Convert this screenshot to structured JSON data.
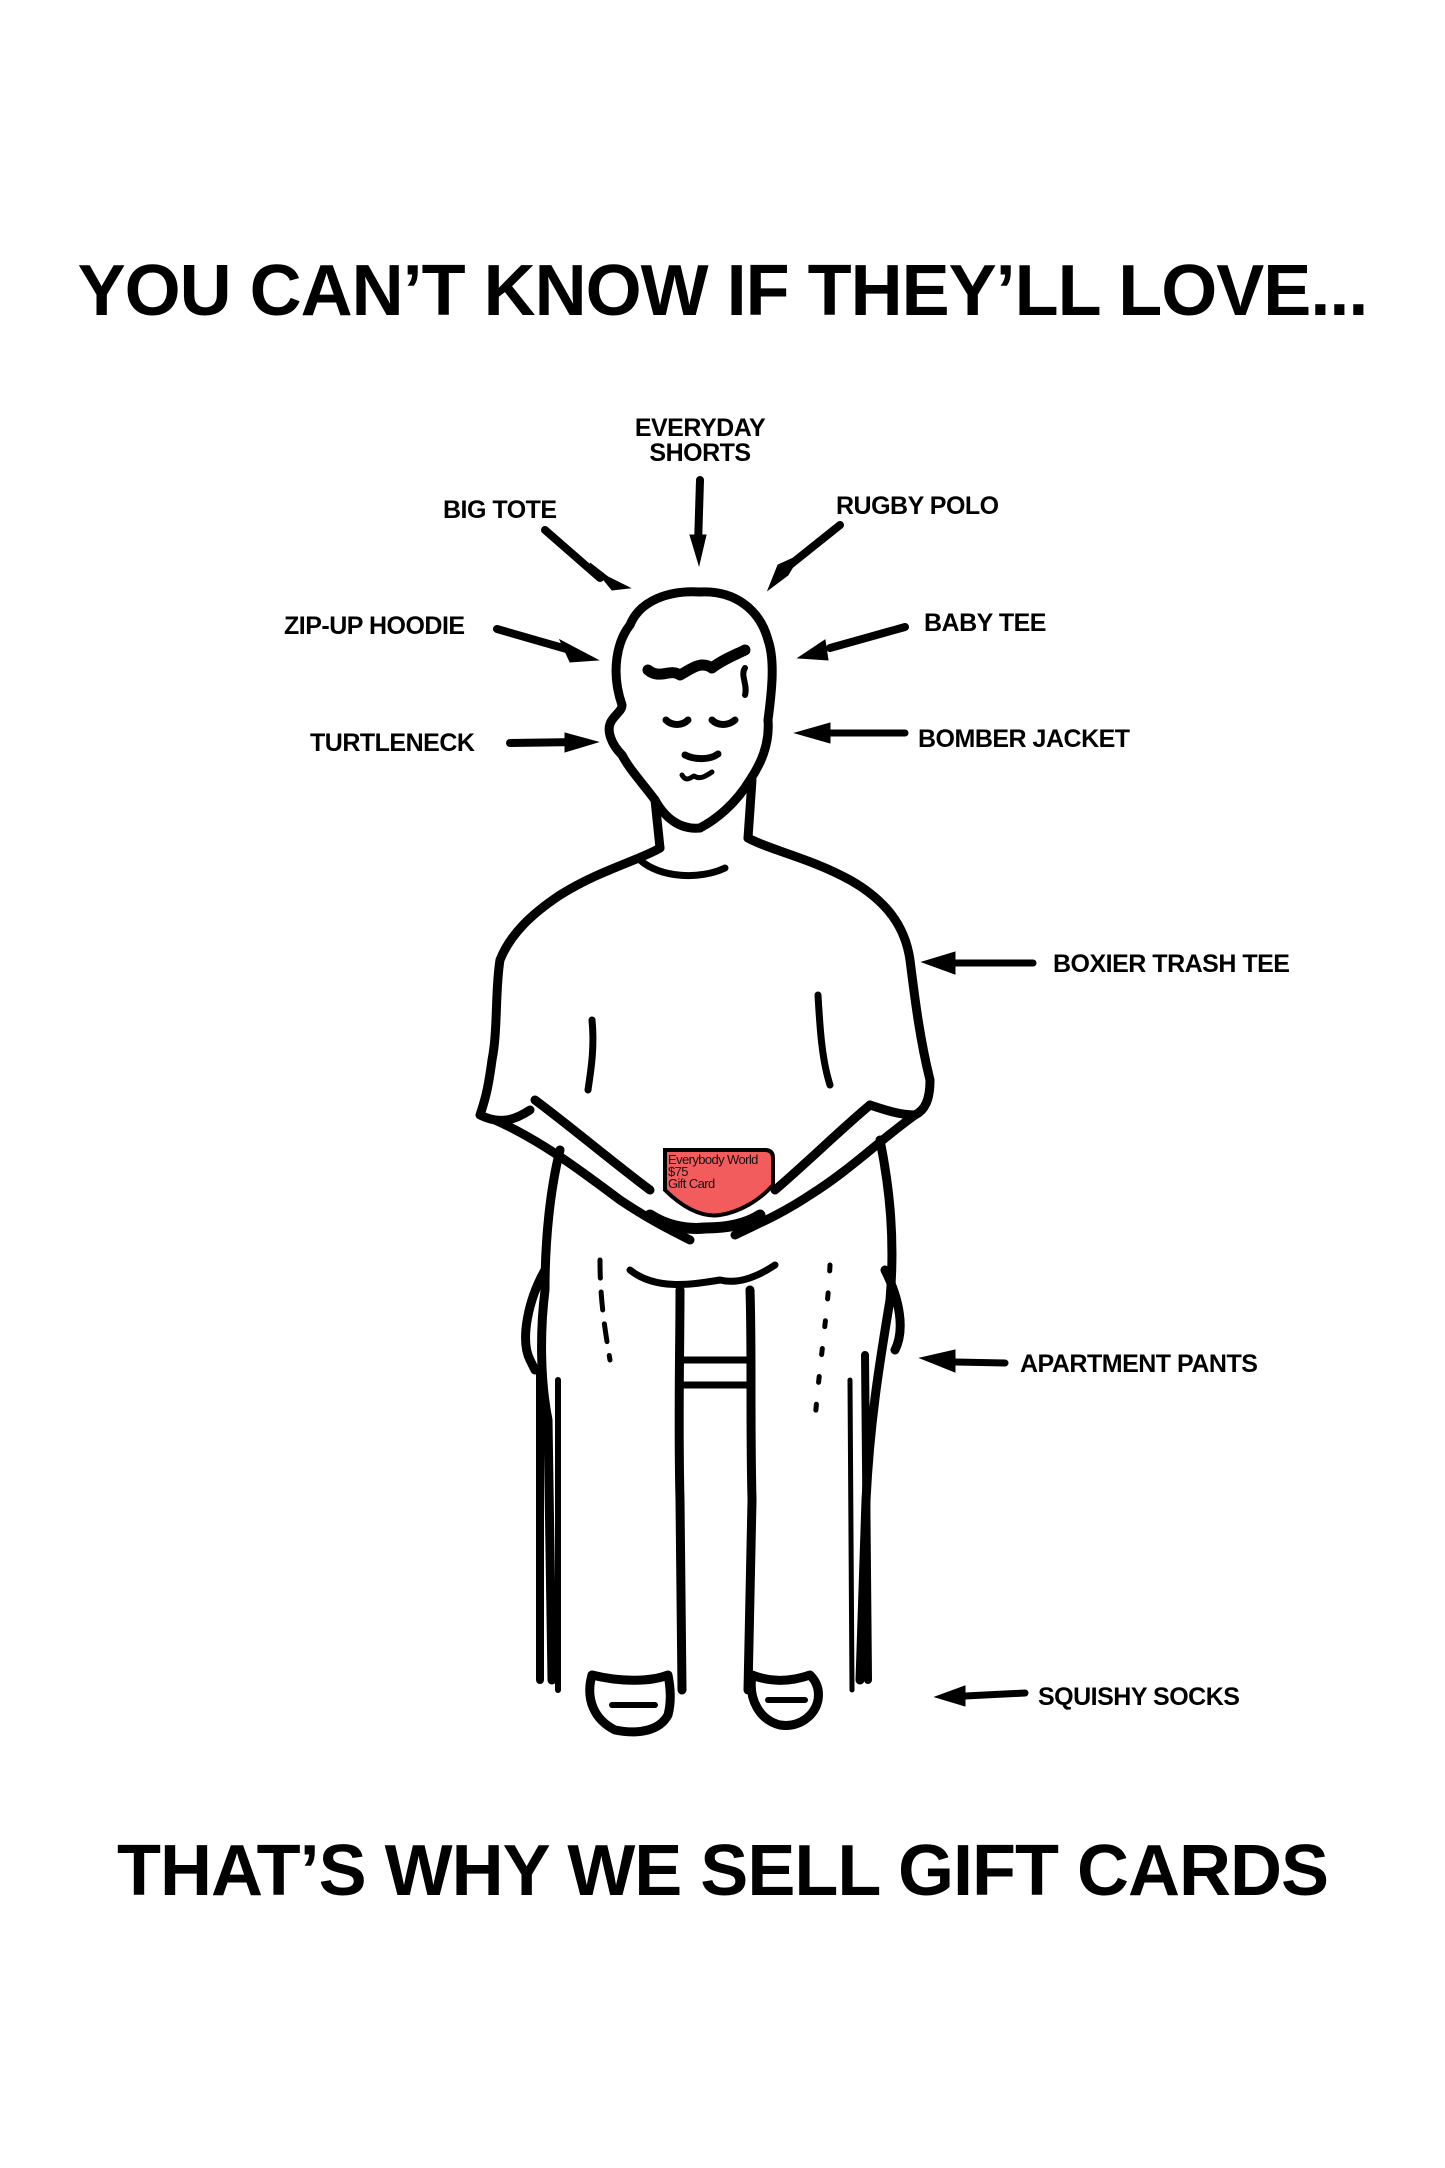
{
  "ad": {
    "headline_top": "YOU CAN’T KNOW IF THEY’LL LOVE...",
    "headline_bottom": "THAT’S WHY WE SELL GIFT CARDS",
    "labels": {
      "everyday_shorts_line1": "EVERYDAY",
      "everyday_shorts_line2": "SHORTS",
      "big_tote": "BIG TOTE",
      "rugby_polo": "RUGBY POLO",
      "zip_up_hoodie": "ZIP-UP HOODIE",
      "baby_tee": "BABY TEE",
      "turtleneck": "TURTLENECK",
      "bomber_jacket": "BOMBER JACKET",
      "boxier_trash_tee": "BOXIER TRASH TEE",
      "apartment_pants": "APARTMENT PANTS",
      "squishy_socks": "SQUISHY SOCKS"
    },
    "gift_card": {
      "brand": "Everybody World",
      "amount": "$75",
      "label": "Gift Card",
      "color": "#F25C5C"
    },
    "icons": {
      "arrow": "arrow-icon",
      "figure": "seated-person-illustration"
    },
    "colors": {
      "background": "#FFFFFF",
      "ink": "#000000",
      "card": "#F25C5C"
    }
  }
}
